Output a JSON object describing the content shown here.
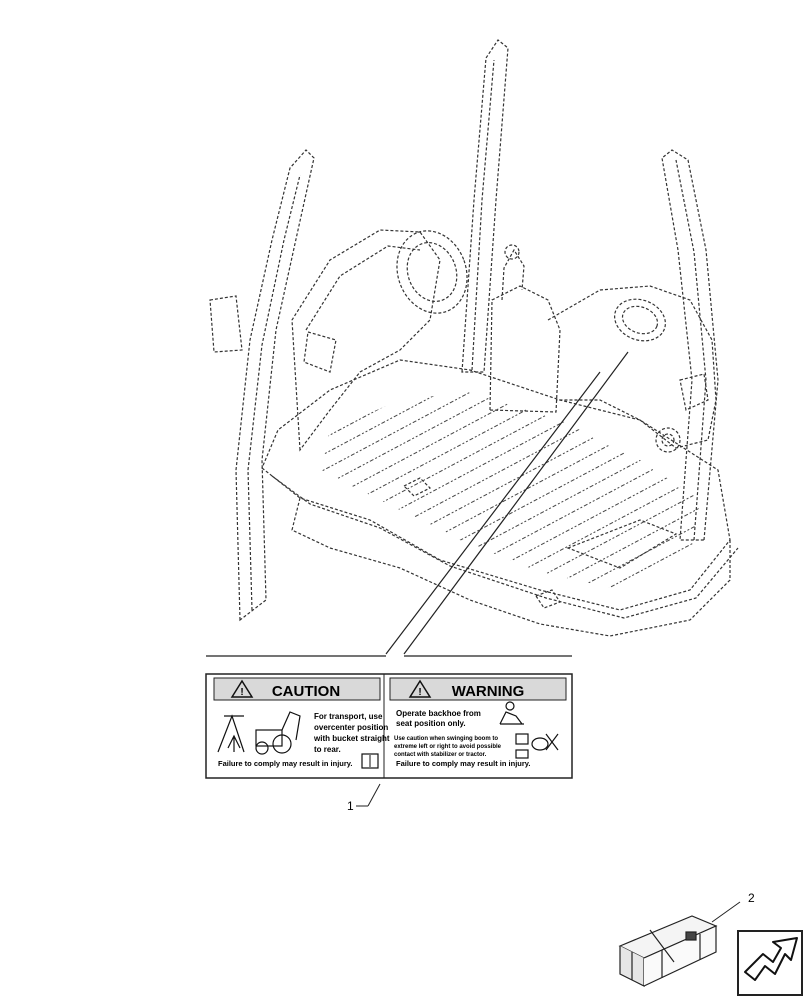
{
  "callouts": {
    "item1": "1",
    "item2": "2"
  },
  "decal": {
    "caution": {
      "header": "CAUTION",
      "line1": "For transport, use",
      "line2": "overcenter position",
      "line3": "with bucket straight",
      "line4": "to rear.",
      "footer": "Failure to comply may result in injury."
    },
    "warning": {
      "header": "WARNING",
      "line1": "Operate backhoe from",
      "line2": "seat position only.",
      "line3": "Use caution when swinging boom to",
      "line4": "extreme left or right to avoid possible",
      "line5": "contact with stabilizer or tractor.",
      "footer": "Failure to comply may result in injury."
    }
  },
  "colors": {
    "decal_header": "#d9d9d9",
    "line": "#222222"
  },
  "icons": {
    "nav": "next-page-arrow-icon",
    "kit": "parts-kit-box-icon"
  }
}
